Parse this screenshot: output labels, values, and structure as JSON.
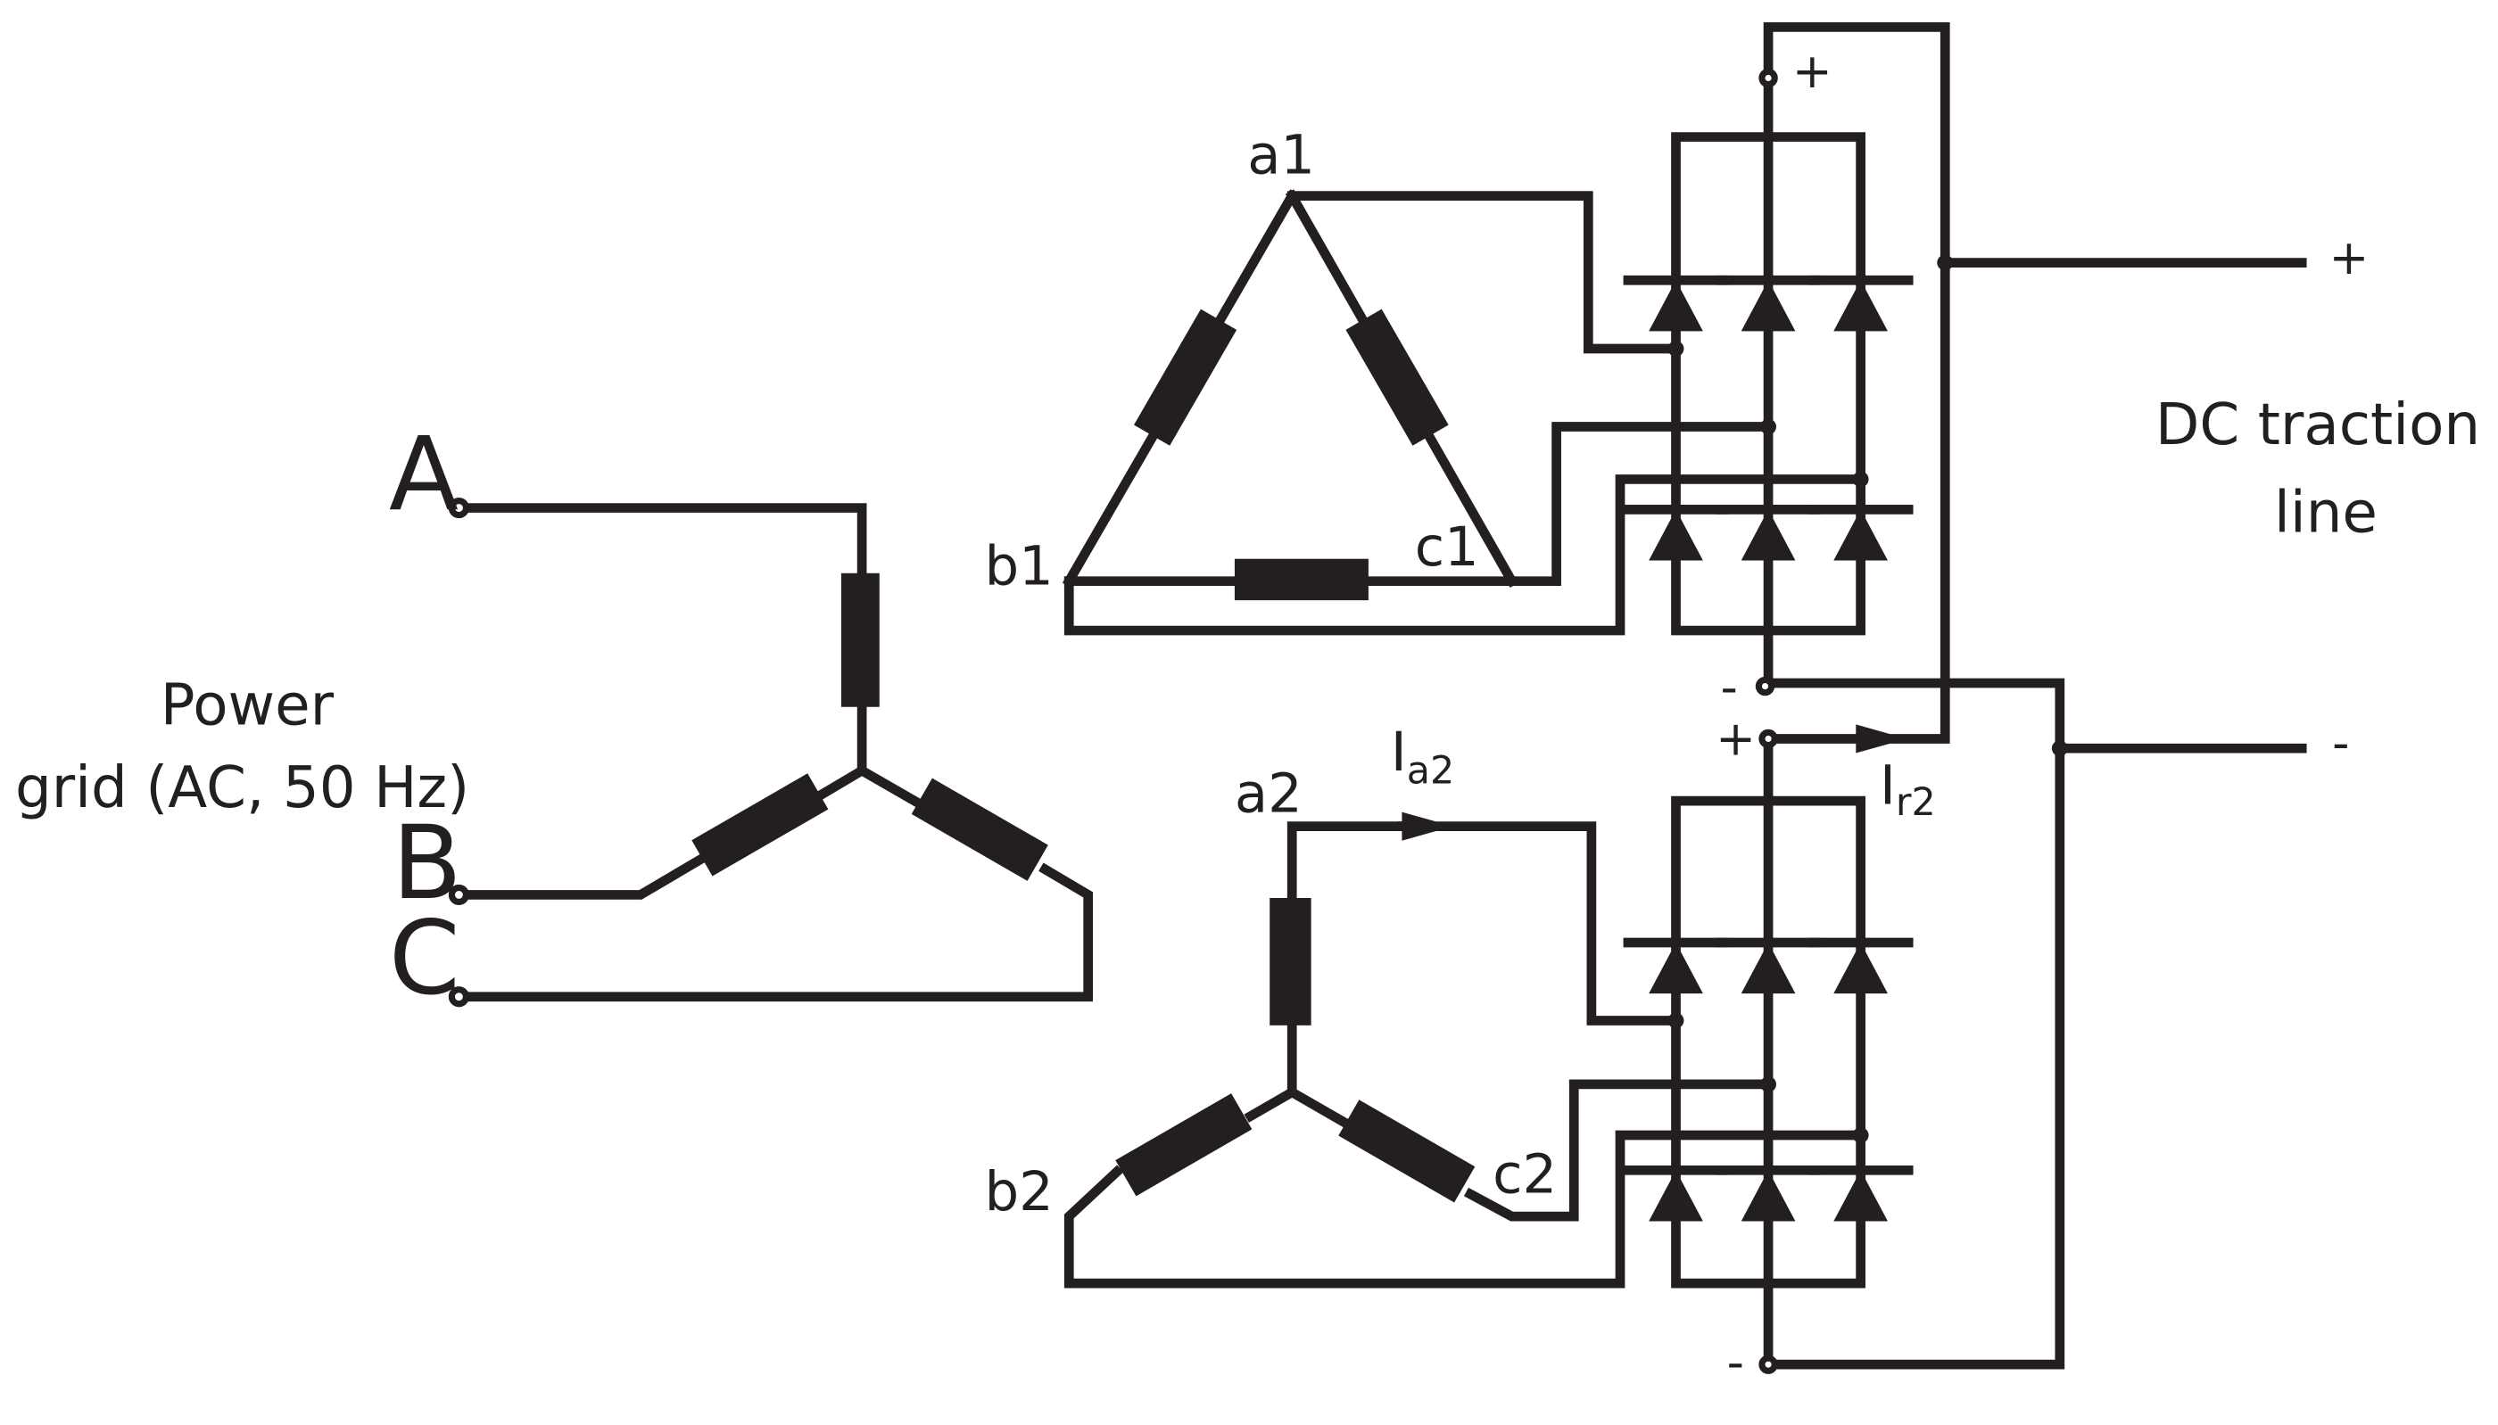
{
  "grid": {
    "phase_a": "A",
    "phase_b": "B",
    "phase_c": "C",
    "title_line1": "Power",
    "title_line2": "grid (AC, 50 Hz)"
  },
  "transformer": {
    "delta": {
      "a": "a1",
      "b": "b1",
      "c": "c1"
    },
    "star": {
      "a": "a2",
      "b": "b2",
      "c": "c2"
    }
  },
  "currents": {
    "ia2_main": "I",
    "ia2_sub": "a2",
    "ir2_main": "I",
    "ir2_sub": "r2"
  },
  "rectifier": {
    "top_plus": "+",
    "top_minus": "-",
    "bottom_plus": "+",
    "bottom_minus": "-"
  },
  "dc_line": {
    "title_line1": "DC traction",
    "title_line2": "line",
    "plus": "+",
    "minus": "-"
  },
  "colors": {
    "ink": "#231f20",
    "background": "#ffffff"
  }
}
